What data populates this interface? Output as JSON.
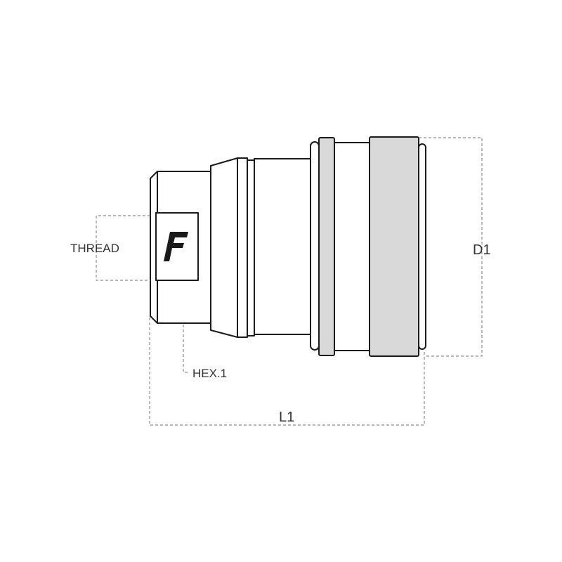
{
  "diagram": {
    "logo_letter": "F",
    "labels": {
      "thread": "THREAD",
      "hex": "HEX.1",
      "length": "L1",
      "diameter": "D1"
    },
    "colors": {
      "outline": "#1a1a1a",
      "shade": "#d9d9d9",
      "dimension": "#8c8c8c",
      "text": "#333333"
    }
  }
}
